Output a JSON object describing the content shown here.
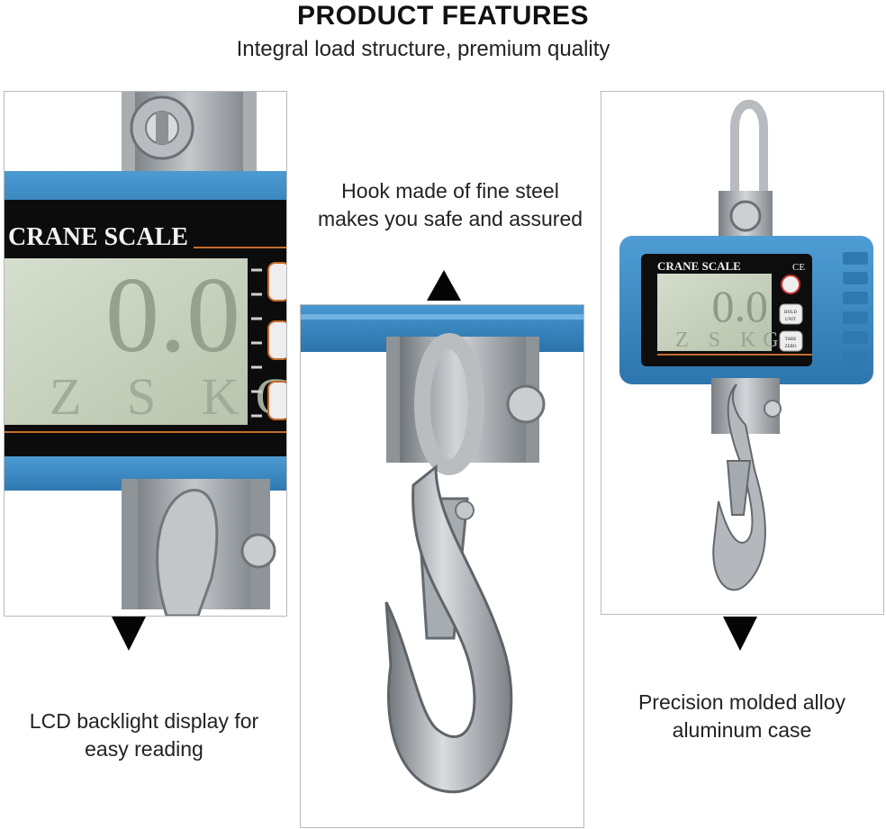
{
  "header": {
    "title": "PRODUCT FEATURES",
    "subtitle": "Integral load structure, premium quality"
  },
  "features": [
    {
      "caption_line1": "LCD backlight display for",
      "caption_line2": "easy reading"
    },
    {
      "caption_line1": "Hook made of fine steel",
      "caption_line2": "makes you safe and assured"
    },
    {
      "caption_line1": "Precision molded alloy",
      "caption_line2": "aluminum case"
    }
  ],
  "device": {
    "label": "CRANE SCALE",
    "reading": "0.0",
    "status": "Z S KG",
    "ce_mark": "CE",
    "button_hold": "HOLD",
    "button_unit": "UNIT",
    "button_tare": "TARE",
    "button_zero": "ZERO"
  },
  "colors": {
    "case_blue": "#3a87c0",
    "lcd_green": "#c9d4bf",
    "steel": "#9aa0a5",
    "arrow": "#050505"
  }
}
